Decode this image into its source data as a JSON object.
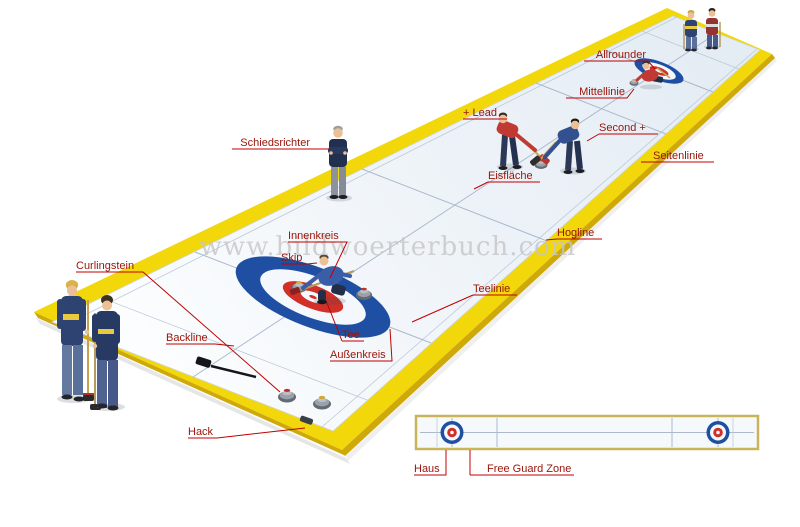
{
  "watermark": "www.bildwoerterbuch.com",
  "labels": {
    "schiedsrichter": "Schiedsrichter",
    "allrounder": "Allrounder",
    "mittellinie": "Mittellinie",
    "lead": "+ Lead",
    "second": "Second +",
    "seitenlinie": "Seitenlinie",
    "eisflaeche": "Eisfläche",
    "hogline": "Hogline",
    "innenkreis": "Innenkreis",
    "skip": "Skip",
    "teelinie": "Teelinie",
    "curlingstein": "Curlingstein",
    "backline": "Backline",
    "tee": "Tee",
    "aussenkreis": "Außenkreis",
    "hack": "Hack",
    "haus": "Haus",
    "free_guard_zone": "Free Guard Zone"
  },
  "colors": {
    "label_red": "#991409",
    "leader_red": "#c00000",
    "border_yellow": "#f2d70a",
    "ice_white": "#eef3f8",
    "house_blue": "#1e4fa3",
    "house_red": "#d03028"
  }
}
